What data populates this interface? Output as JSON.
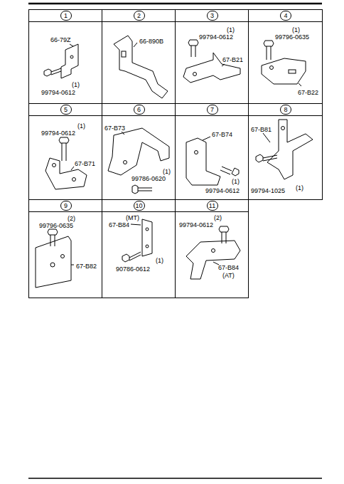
{
  "diagram": {
    "nodes": [
      {
        "text": [
          "1",
          "66-79Z",
          "(1)",
          "99794-0612"
        ]
      },
      {
        "text": [
          "2",
          "66-890B"
        ]
      },
      {
        "text": [
          "3",
          "(1)",
          "99794-0612",
          "67-B21"
        ]
      },
      {
        "text": [
          "4",
          "(1)",
          "99796-0635",
          "67-B22"
        ]
      },
      {
        "text": [
          "5",
          "(1)",
          "99794-0612",
          "67-B71"
        ]
      },
      {
        "text": [
          "6",
          "67-B73",
          "(1)",
          "99786-0620"
        ]
      },
      {
        "text": [
          "7",
          "67-B74",
          "(1)",
          "99794-0612"
        ]
      },
      {
        "text": [
          "8",
          "67-B81",
          "99794-1025",
          "(1)"
        ]
      },
      {
        "text": [
          "9",
          "(2)",
          "99796-0635",
          "67-B82"
        ]
      },
      {
        "text": [
          "10",
          "(MT)",
          "67-B84",
          "(1)",
          "90786-0612"
        ]
      },
      {
        "text": [
          "11",
          "(2)",
          "99794-0612",
          "67-B84",
          "(AT)"
        ]
      }
    ]
  }
}
